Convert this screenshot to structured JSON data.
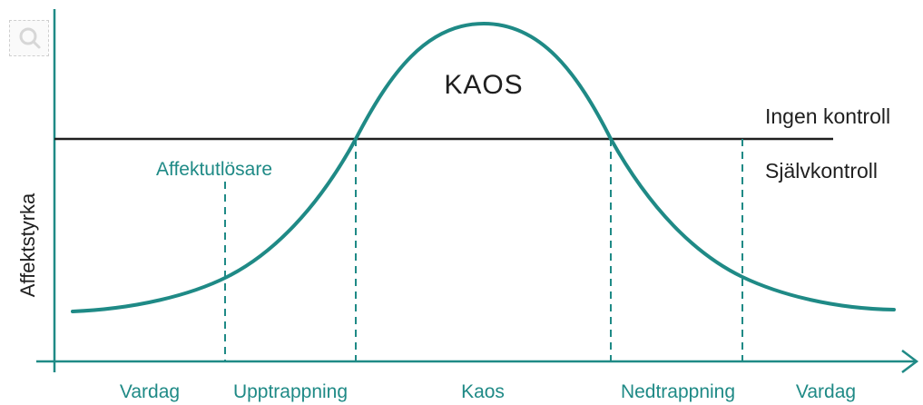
{
  "labels": {
    "kaos_title": "KAOS",
    "ingen_kontroll": "Ingen kontroll",
    "sjalvkontroll": "Självkontroll",
    "affektutlosare": "Affektutlösare",
    "y_axis": "Affektstyrka"
  },
  "phases": [
    "Vardag",
    "Upptrappning",
    "Kaos",
    "Nedtrappning",
    "Vardag"
  ],
  "icons": {
    "zoom": "zoom-icon"
  },
  "colors": {
    "curve": "#1f8a86",
    "teal_text": "#1f8a86",
    "axis": "#1f8a86",
    "threshold_line": "#1f1f1f",
    "dark_text": "#1f1f1f"
  }
}
